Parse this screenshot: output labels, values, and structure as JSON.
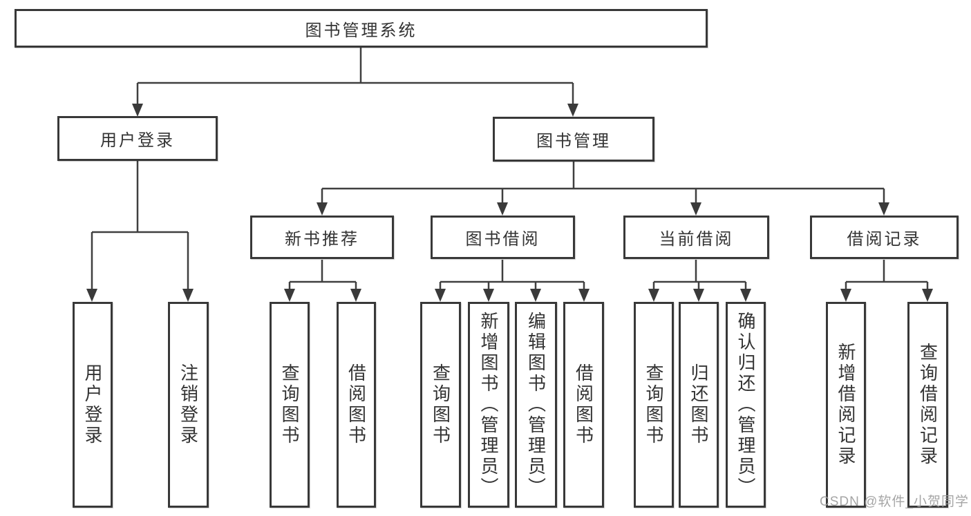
{
  "diagram": {
    "title": "图书管理系统",
    "root": {
      "label": "图书管理系统"
    },
    "level2": [
      {
        "label": "用户登录"
      },
      {
        "label": "图书管理"
      }
    ],
    "level3": [
      {
        "label": "新书推荐"
      },
      {
        "label": "图书借阅"
      },
      {
        "label": "当前借阅"
      },
      {
        "label": "借阅记录"
      }
    ],
    "leaves": [
      {
        "label": "用户登录"
      },
      {
        "label": "注销登录"
      },
      {
        "label": "查询图书"
      },
      {
        "label": "借阅图书"
      },
      {
        "label": "查询图书"
      },
      {
        "label": "新增图书（管理员）"
      },
      {
        "label": "编辑图书（管理员）"
      },
      {
        "label": "借阅图书"
      },
      {
        "label": "查询图书"
      },
      {
        "label": "归还图书"
      },
      {
        "label": "确认归还（管理员）"
      },
      {
        "label": "新增借阅记录"
      },
      {
        "label": "查询借阅记录"
      }
    ]
  },
  "watermark": {
    "text": "CSDN @软件_小贺同学"
  },
  "colors": {
    "background": "#ffffff",
    "border": "#383838",
    "line": "#3f3f3f",
    "text": "#333333",
    "watermark": "#9c9c9c"
  }
}
